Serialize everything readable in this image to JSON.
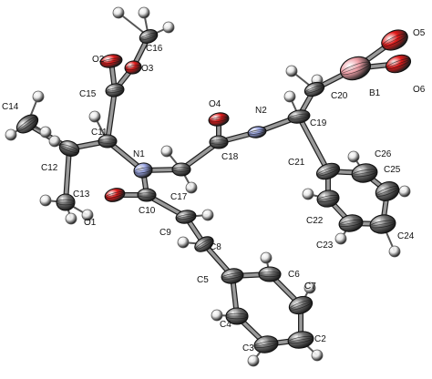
{
  "colors": {
    "carbon": "#6e6e6e",
    "hydrogen": "#e8e8e8",
    "oxygen": "#e21a1a",
    "nitrogen": "#9aa6e6",
    "boron": "#f0a0a8",
    "bond": "#3c3c3c",
    "label": "#111111"
  },
  "molecule": {
    "atoms": [
      {
        "id": "C16",
        "el": "C",
        "label": "C16"
      },
      {
        "id": "O2",
        "el": "O",
        "label": "O2"
      },
      {
        "id": "O3",
        "el": "O",
        "label": "O3"
      },
      {
        "id": "C15",
        "el": "C",
        "label": "C15"
      },
      {
        "id": "C11",
        "el": "C",
        "label": "C11"
      },
      {
        "id": "C14",
        "el": "C",
        "label": "C14"
      },
      {
        "id": "C12",
        "el": "C",
        "label": "C12"
      },
      {
        "id": "C13",
        "el": "C",
        "label": "C13"
      },
      {
        "id": "N1",
        "el": "N",
        "label": "N1"
      },
      {
        "id": "O1",
        "el": "O",
        "label": "O1"
      },
      {
        "id": "C10",
        "el": "C",
        "label": "C10"
      },
      {
        "id": "C9",
        "el": "C",
        "label": "C9"
      },
      {
        "id": "C8",
        "el": "C",
        "label": "C8"
      },
      {
        "id": "C5",
        "el": "C",
        "label": "C5"
      },
      {
        "id": "C6",
        "el": "C",
        "label": "C6"
      },
      {
        "id": "C7",
        "el": "C",
        "label": "C7"
      },
      {
        "id": "C4",
        "el": "C",
        "label": "C4"
      },
      {
        "id": "C3",
        "el": "C",
        "label": "C3"
      },
      {
        "id": "C2",
        "el": "C",
        "label": "C2"
      },
      {
        "id": "C17",
        "el": "C",
        "label": "C17"
      },
      {
        "id": "C18",
        "el": "C",
        "label": "C18"
      },
      {
        "id": "O4",
        "el": "O",
        "label": "O4"
      },
      {
        "id": "N2",
        "el": "N",
        "label": "N2"
      },
      {
        "id": "C19",
        "el": "C",
        "label": "C19"
      },
      {
        "id": "C20",
        "el": "C",
        "label": "C20"
      },
      {
        "id": "B1",
        "el": "B",
        "label": "B1"
      },
      {
        "id": "O5",
        "el": "O",
        "label": "O5"
      },
      {
        "id": "O6",
        "el": "O",
        "label": "O6"
      },
      {
        "id": "C21",
        "el": "C",
        "label": "C21"
      },
      {
        "id": "C22",
        "el": "C",
        "label": "C22"
      },
      {
        "id": "C23",
        "el": "C",
        "label": "C23"
      },
      {
        "id": "C24",
        "el": "C",
        "label": "C24"
      },
      {
        "id": "C25",
        "el": "C",
        "label": "C25"
      },
      {
        "id": "C26",
        "el": "C",
        "label": "C26"
      }
    ],
    "bonds": [
      [
        "C16",
        "O3"
      ],
      [
        "O3",
        "C15"
      ],
      [
        "C15",
        "O2"
      ],
      [
        "C15",
        "C11"
      ],
      [
        "C11",
        "C12"
      ],
      [
        "C12",
        "C14"
      ],
      [
        "C12",
        "C13"
      ],
      [
        "C11",
        "N1"
      ],
      [
        "N1",
        "C10"
      ],
      [
        "C10",
        "O1"
      ],
      [
        "C10",
        "C9"
      ],
      [
        "C9",
        "C8"
      ],
      [
        "C8",
        "C5"
      ],
      [
        "C5",
        "C6"
      ],
      [
        "C6",
        "C7"
      ],
      [
        "C7",
        "C2"
      ],
      [
        "C2",
        "C3"
      ],
      [
        "C3",
        "C4"
      ],
      [
        "C4",
        "C5"
      ],
      [
        "N1",
        "C17"
      ],
      [
        "C17",
        "C18"
      ],
      [
        "C18",
        "O4"
      ],
      [
        "C18",
        "N2"
      ],
      [
        "N2",
        "C19"
      ],
      [
        "C19",
        "C20"
      ],
      [
        "C20",
        "B1"
      ],
      [
        "B1",
        "O5"
      ],
      [
        "B1",
        "O6"
      ],
      [
        "C19",
        "C21"
      ],
      [
        "C21",
        "C26"
      ],
      [
        "C26",
        "C25"
      ],
      [
        "C25",
        "C24"
      ],
      [
        "C24",
        "C23"
      ],
      [
        "C23",
        "C22"
      ],
      [
        "C22",
        "C21"
      ]
    ]
  }
}
